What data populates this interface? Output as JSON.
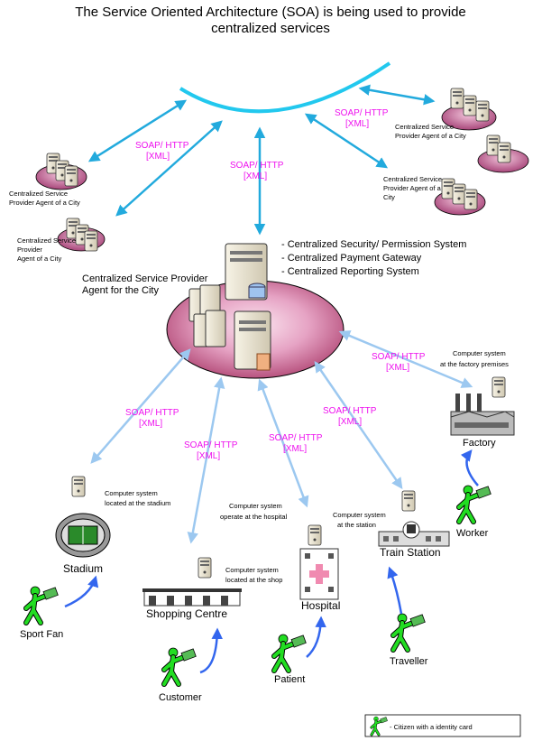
{
  "title": {
    "line1": "The Service Oriented Architecture (SOA) is being used to provide",
    "line2": "centralized services"
  },
  "protocol": {
    "line1": "SOAP/ HTTP",
    "line2": "[XML]"
  },
  "city_agent": {
    "line1": "Centralized Service",
    "line2": "Provider Agent of a City",
    "alt_line2": "Provider Agent of a",
    "alt_line3": "City",
    "left1_line2": "Provider Agent of a City",
    "left2_line2": "Provider",
    "left2_line3": "Agent of a City"
  },
  "central": {
    "label_line1": "Centralized Service Provider",
    "label_line2": "Agent for the City",
    "features": [
      "- Centralized Security/ Permission System",
      "- Centralized Payment Gateway",
      "- Centralized Reporting System"
    ]
  },
  "sites": {
    "factory": {
      "sys1": "Computer system",
      "sys2": "at the factory premises",
      "name": "Factory",
      "citizen": "Worker"
    },
    "stadium": {
      "sys1": "Computer system",
      "sys2": "located at the stadium",
      "name": "Stadium",
      "citizen": "Sport Fan"
    },
    "shop": {
      "sys1": "Computer system",
      "sys2": "located at the shop",
      "name": "Shopping Centre",
      "citizen": "Customer"
    },
    "hospital": {
      "sys1": "Computer system",
      "sys2": "operate at the hospital",
      "name": "Hospital",
      "citizen": "Patient"
    },
    "station": {
      "sys1": "Computer system",
      "sys2": "at the station",
      "name": "Train Station",
      "citizen": "Traveller"
    }
  },
  "legend": {
    "text": "- Citizen with a identity card"
  },
  "colors": {
    "backbone": "#22c8ee",
    "arrow_upper": "#22aadd",
    "arrow_lower": "#9cc8f0",
    "citizen_arrow": "#3366ee",
    "soap_text": "#ee11ee",
    "hub_fill": "#cc6699",
    "citizen_green": "#22dd22"
  }
}
